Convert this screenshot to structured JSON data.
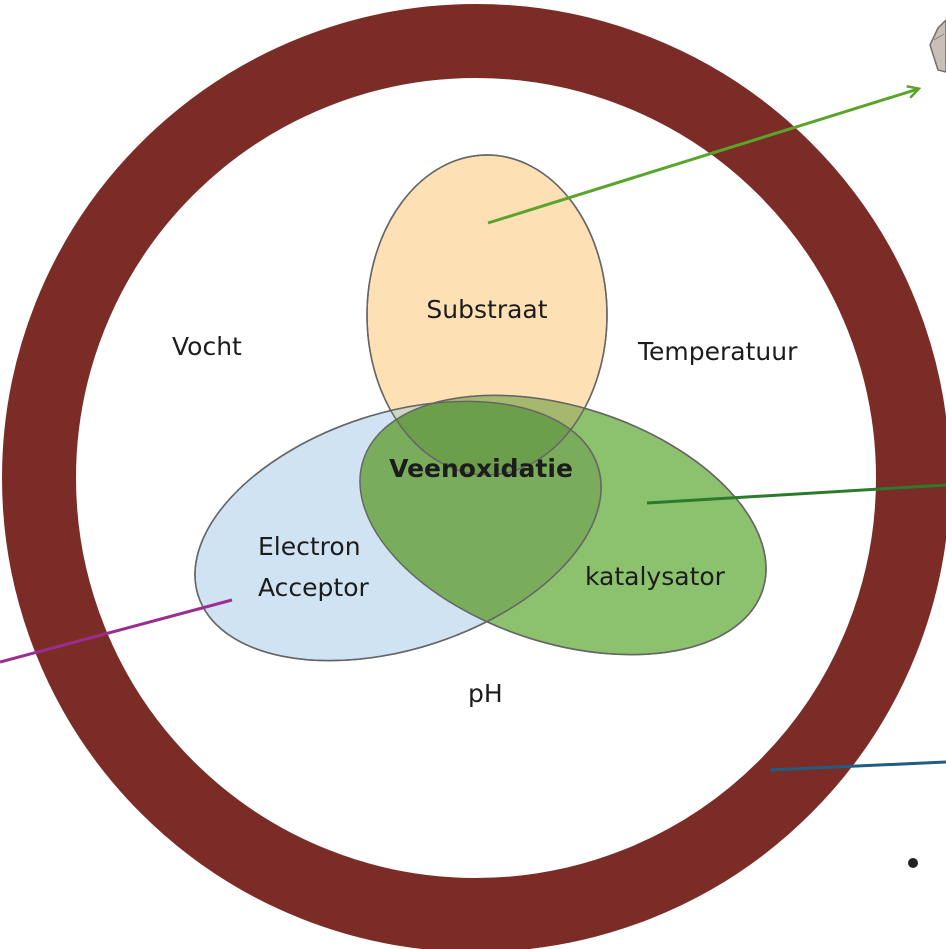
{
  "diagram": {
    "center_label": "Veenoxidatie",
    "ellipses": {
      "substrate": {
        "label": "Substraat",
        "fill": "#fde1b4"
      },
      "electron_acceptor": {
        "label_line1": "Electron",
        "label_line2": "Acceptor",
        "fill": "#cfe3f3"
      },
      "catalyst": {
        "label": "katalysator",
        "fill": "#8cc26d"
      },
      "overlap_fill": "#6b9f4b"
    },
    "ring_factors": {
      "moisture": "Vocht",
      "temperature": "Temperatuur",
      "ph": "pH"
    },
    "colors": {
      "ring": "#7b2c27",
      "arrow_substrate": "#5aa42c",
      "line_catalyst": "#2d7a2b",
      "line_acceptor": "#9a2d8f",
      "line_ring": "#1f5d82",
      "outline": "#666666"
    }
  }
}
